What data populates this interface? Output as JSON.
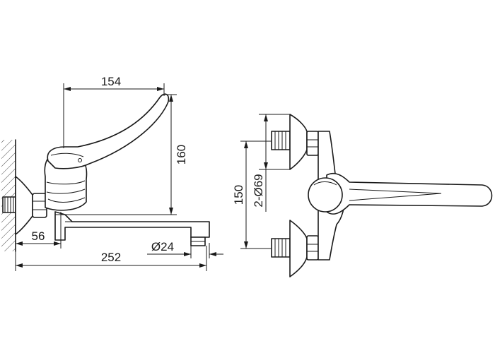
{
  "dimensions": {
    "handle_reach": "154",
    "handle_height": "160",
    "wall_offset": "56",
    "spout_length": "252",
    "outlet_diameter": "Ø24",
    "inlet_spacing": "150",
    "rosette_diameter": "2-Ø69"
  },
  "colors": {
    "line": "#1a1a1a",
    "background": "#ffffff"
  }
}
